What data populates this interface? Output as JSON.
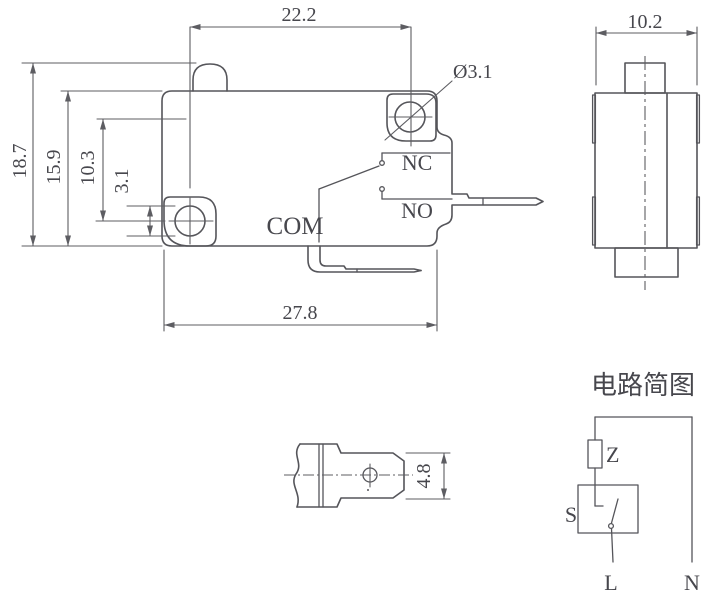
{
  "colors": {
    "line": "#55555a",
    "dim_line": "#5d5d62",
    "text": "#47474d",
    "background": "#ffffff"
  },
  "front_view": {
    "dim_hole_spacing": "22.2",
    "dim_total_height": "18.7",
    "dim_body_height": "15.9",
    "dim_hole_center_height": "10.3",
    "dim_hole_diameter_left": "3.1",
    "dim_hole_diameter_callout": "Ø3.1",
    "dim_body_width": "27.8",
    "terminal_nc": "NC",
    "terminal_no": "NO",
    "terminal_com": "COM"
  },
  "side_view": {
    "dim_body_depth": "10.2"
  },
  "lever_view": {
    "dim_lever_width": "4.8"
  },
  "circuit_diagram": {
    "title": "电路简图",
    "component_z": "Z",
    "component_s": "S",
    "terminal_l": "L",
    "terminal_n": "N"
  }
}
